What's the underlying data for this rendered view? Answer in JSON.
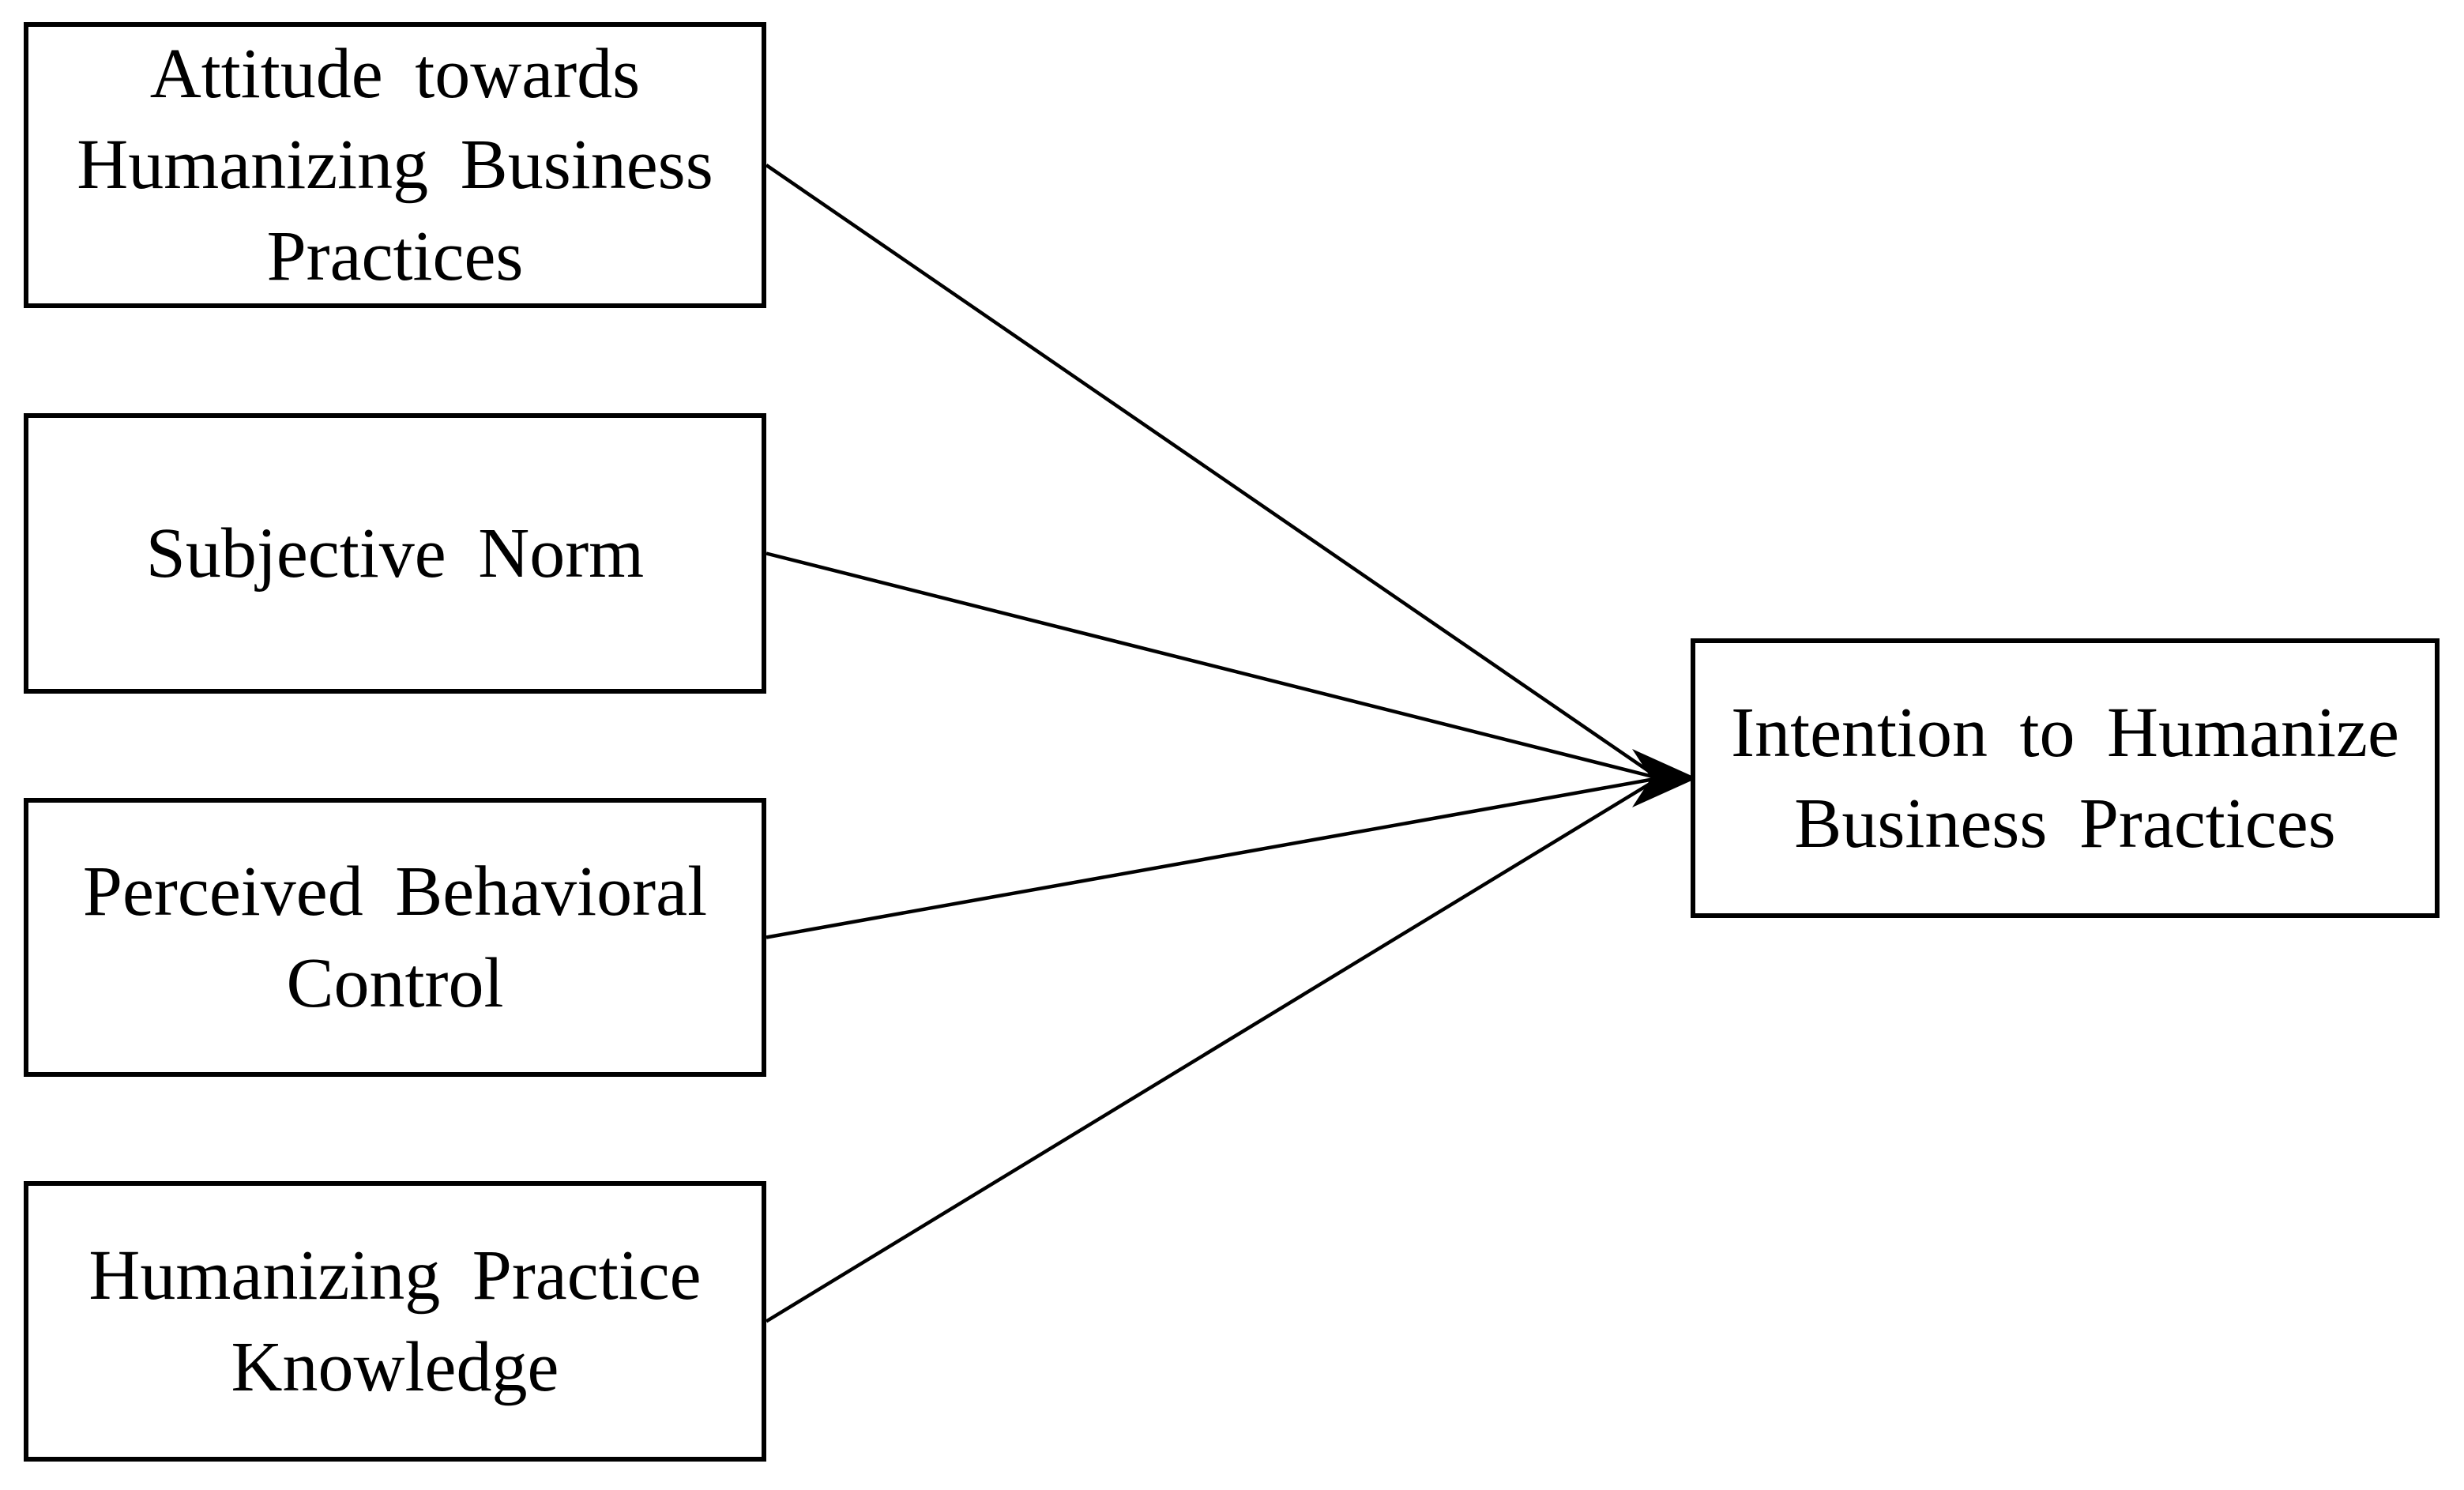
{
  "diagram": {
    "type": "path-model",
    "background_color": "#ffffff",
    "box_border_color": "#000000",
    "line_color": "#000000",
    "text_color": "#000000",
    "nodes": [
      {
        "id": "attitude",
        "label": "Attitude towards\nHumanizing Business\nPractices"
      },
      {
        "id": "subjective-norm",
        "label": "Subjective Norm"
      },
      {
        "id": "pbc",
        "label": "Perceived Behavioral\nControl"
      },
      {
        "id": "hpk",
        "label": "Humanizing Practice\nKnowledge"
      },
      {
        "id": "intention",
        "label": "Intention to Humanize\nBusiness Practices"
      }
    ],
    "connections": [
      {
        "from": "attitude",
        "to": "intention"
      },
      {
        "from": "subjective-norm",
        "to": "intention"
      },
      {
        "from": "pbc",
        "to": "intention"
      },
      {
        "from": "hpk",
        "to": "intention"
      }
    ]
  }
}
